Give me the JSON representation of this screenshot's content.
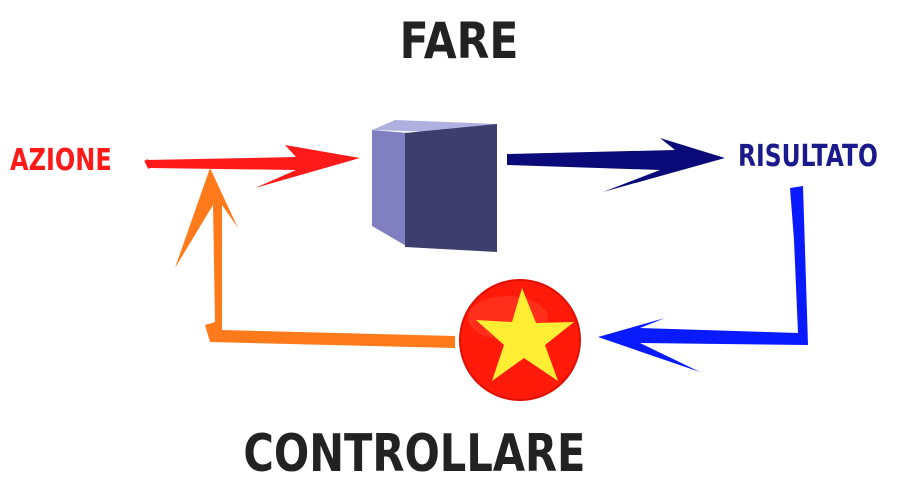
{
  "diagram": {
    "title_top": "FARE",
    "title_bottom": "CONTROLLARE",
    "label_left": "AZIONE",
    "label_right": "RISULTATO"
  },
  "colors": {
    "title": "#222222",
    "azione": "#ff1a1a",
    "risultato": "#1a1a8c",
    "arrow_red": "#ff1a1a",
    "arrow_navy": "#0a0a78",
    "arrow_blue": "#0a1aff",
    "arrow_orange": "#ff7a1a",
    "cube_front": "#3d3d6e",
    "cube_side": "#8080c0",
    "cube_top": "#b0b0e0",
    "circle": "#ff1a0a",
    "star": "#ffee33"
  },
  "icons": {
    "process": "cube-icon",
    "control": "star-circle-icon"
  }
}
